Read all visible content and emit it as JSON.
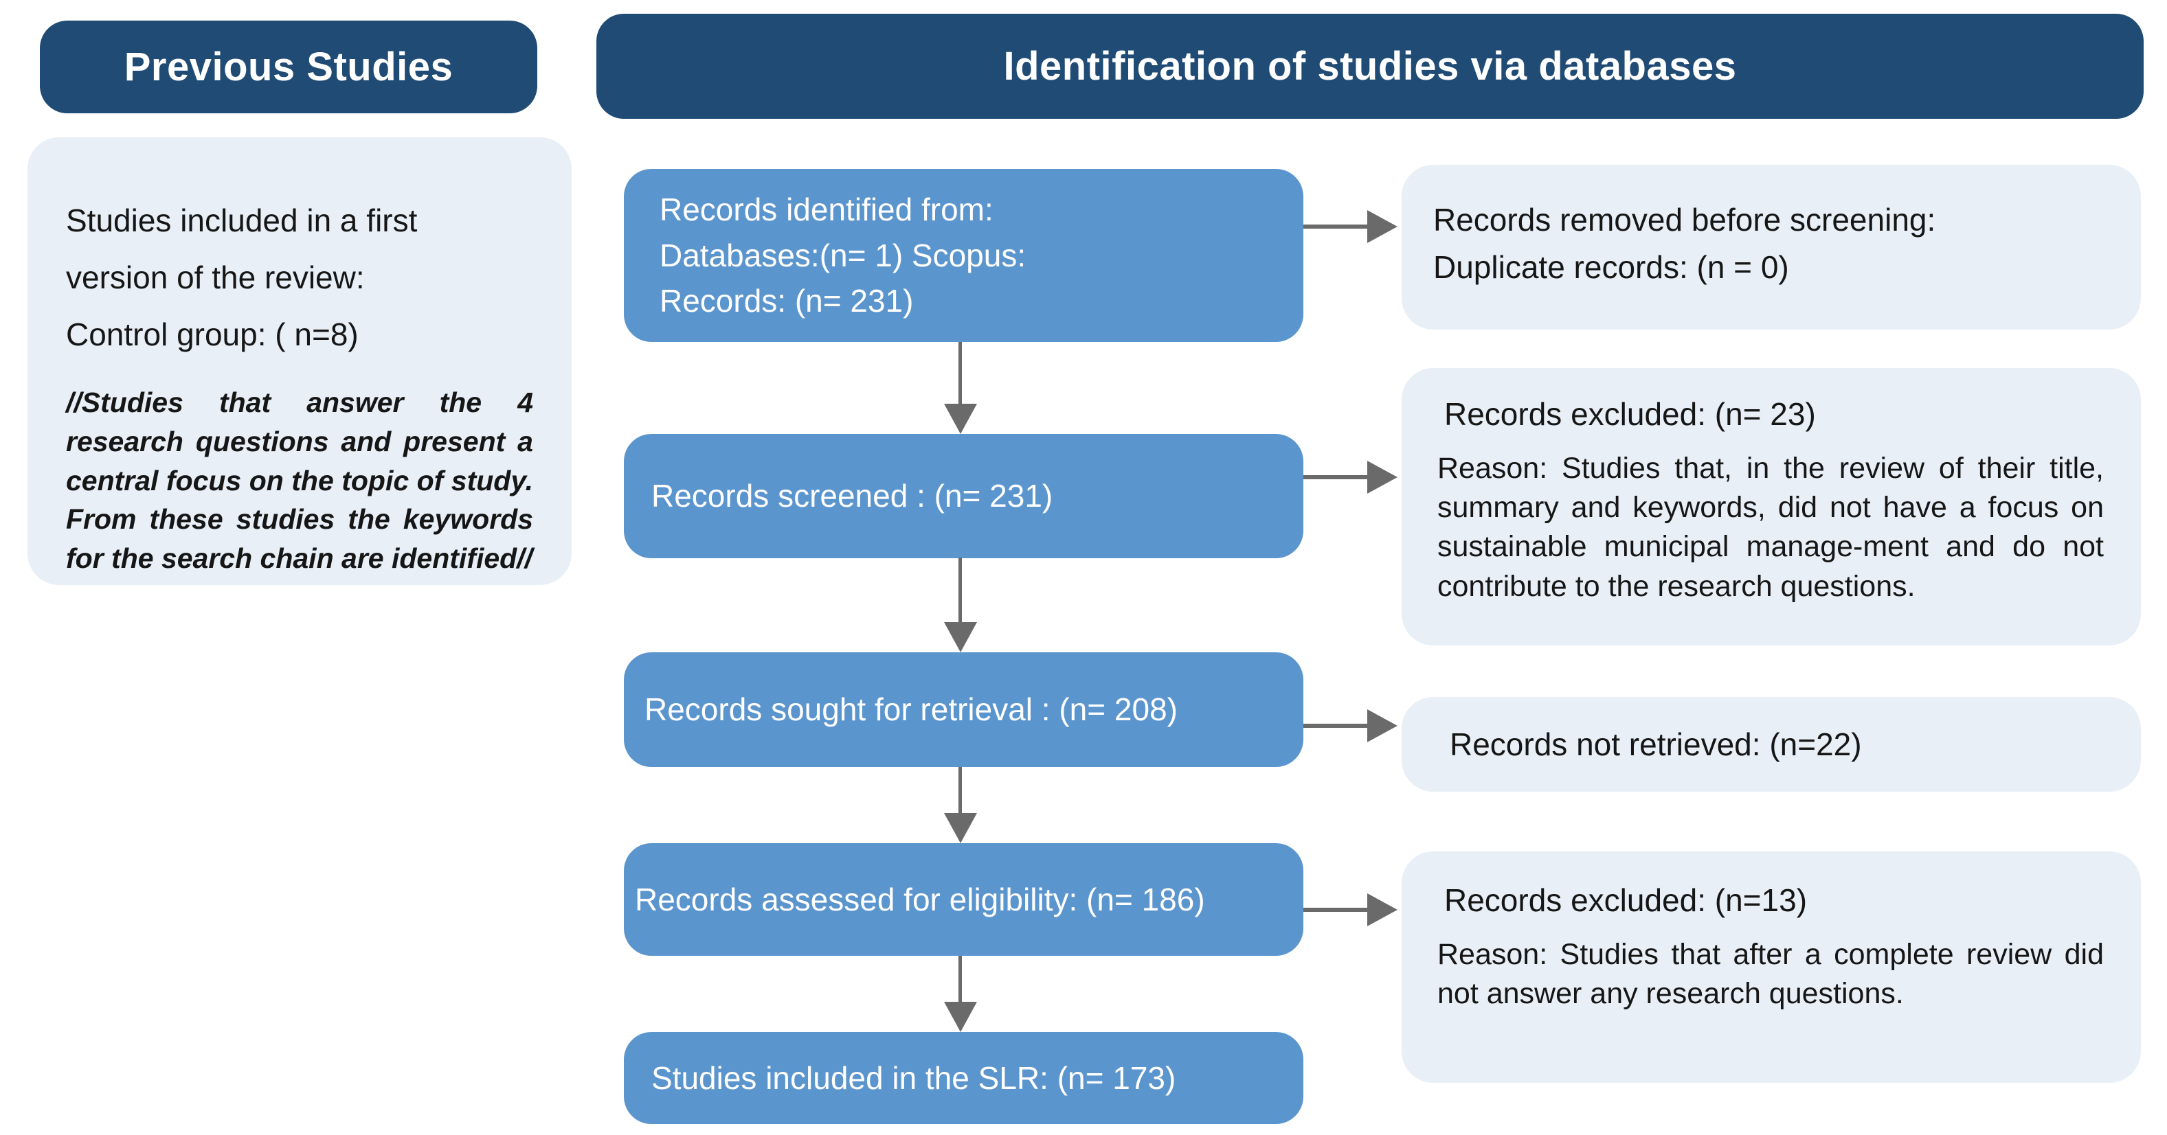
{
  "colors": {
    "header_bg": "#1F4B75",
    "flow_box_bg": "#5B95CD",
    "info_box_bg": "#E8EFF7",
    "arrow": "#6A6A6A",
    "text_dark": "#161616",
    "text_white": "#FFFFFF"
  },
  "headers": {
    "previous": "Previous Studies",
    "identification": "Identification of studies via databases"
  },
  "previous_studies": {
    "summary_lines": [
      "Studies included in a first",
      "version of the review:",
      "Control group: ( n=8)"
    ],
    "note": "//Studies that answer the 4 research questions and present a central focus on the topic of study. From these studies the keywords for the search chain are identified//"
  },
  "flow": [
    {
      "id": "identified",
      "lines": [
        "Records identified from:",
        "Databases:(n= 1) Scopus:",
        "Records: (n= 231)"
      ]
    },
    {
      "id": "screened",
      "lines": [
        "Records screened : (n= 231)"
      ]
    },
    {
      "id": "retrieval",
      "lines": [
        "Records sought for retrieval : (n= 208)"
      ]
    },
    {
      "id": "eligibility",
      "lines": [
        "Records assessed for eligibility: (n= 186)"
      ]
    },
    {
      "id": "included",
      "lines": [
        "Studies included in the SLR: (n= 173)"
      ]
    }
  ],
  "side": [
    {
      "id": "removed",
      "title": "Records removed before screening:",
      "body": "Duplicate records: (n = 0)"
    },
    {
      "id": "excluded_screening",
      "title": "Records excluded: (n= 23)",
      "body": "Reason: Studies that, in the review of their title, summary and keywords, did not have a focus on sustainable municipal manage-ment and do not contribute to the research questions."
    },
    {
      "id": "not_retrieved",
      "title": "Records not retrieved: (n=22)",
      "body": ""
    },
    {
      "id": "excluded_eligibility",
      "title": "Records excluded:  (n=13)",
      "body": "Reason: Studies that after a complete review did not answer any research questions."
    }
  ]
}
